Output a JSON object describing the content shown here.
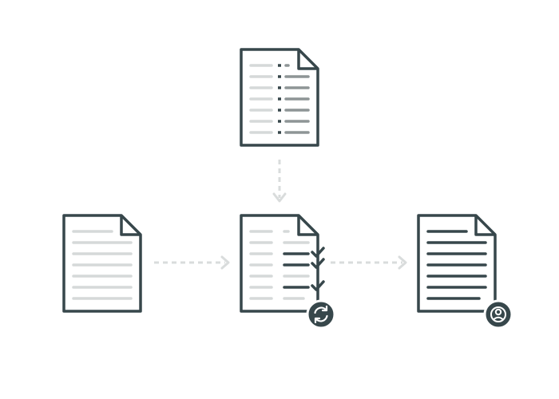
{
  "colors": {
    "outline": "#37474b",
    "line_light": "#d5d9d9",
    "line_mid": "#8e9596",
    "line_dark": "#37474b",
    "arrow": "#d9dcdc",
    "badge_bg": "#37474b",
    "badge_fg": "#ffffff",
    "background": "#ffffff"
  },
  "documents": [
    {
      "id": "template-document",
      "description_icon": "template-document-icon"
    },
    {
      "id": "source-document",
      "description_icon": "blank-document-icon"
    },
    {
      "id": "merged-document",
      "description_icon": "checked-document-icon",
      "badge_icon": "sync-icon"
    },
    {
      "id": "final-document",
      "description_icon": "final-document-icon",
      "badge_icon": "user-icon"
    }
  ],
  "connectors": [
    {
      "id": "template-to-merge",
      "direction": "down"
    },
    {
      "id": "source-to-merge",
      "direction": "right"
    },
    {
      "id": "merge-to-final",
      "direction": "right"
    }
  ]
}
